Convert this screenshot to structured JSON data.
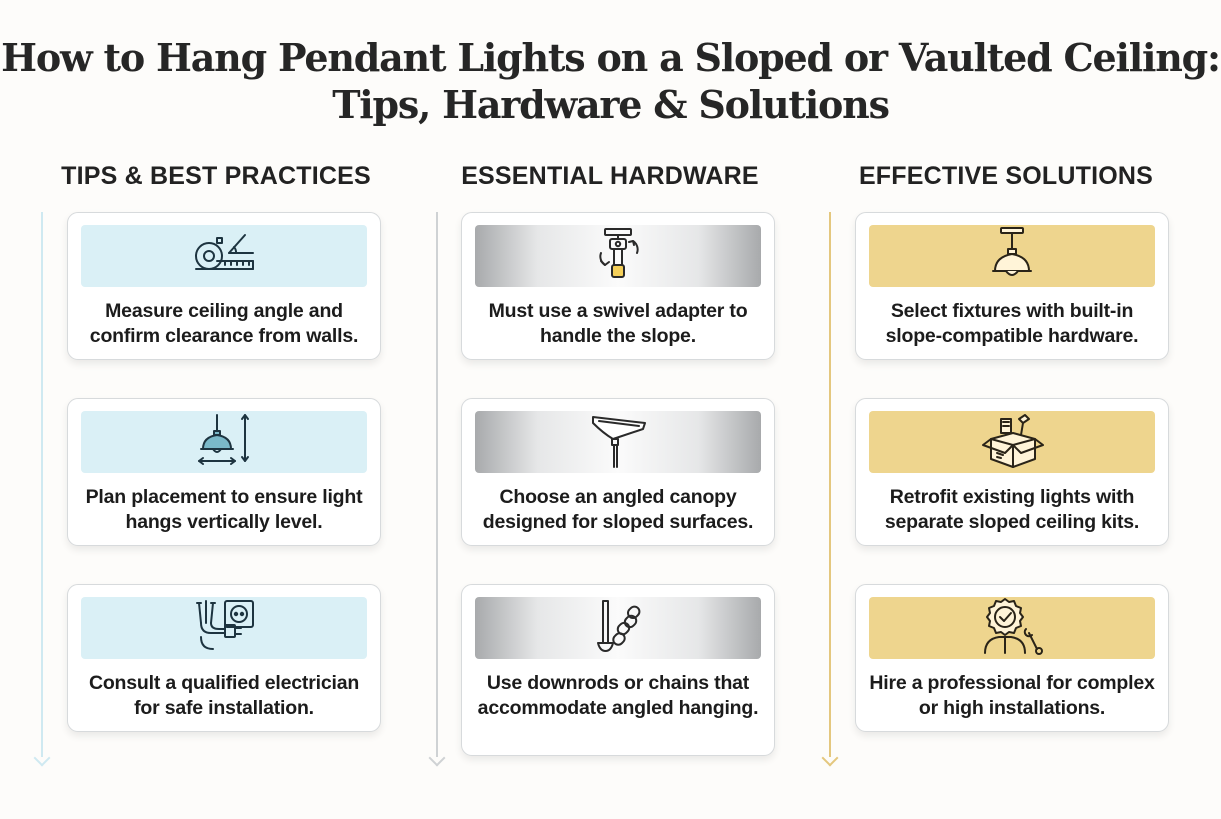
{
  "title": {
    "line1": "How to Hang Pendant Lights on a Sloped or Vaulted Ceiling:",
    "line2": "Tips, Hardware & Solutions"
  },
  "columns": [
    {
      "heading": "TIPS & BEST PRACTICES",
      "accent": "#cfe9f1",
      "banner_color": "#daf0f6",
      "cards": [
        {
          "icon": "tape-measure-angle-icon",
          "text": "Measure ceiling angle and confirm clearance from walls."
        },
        {
          "icon": "pendant-lamp-level-icon",
          "text": "Plan placement to ensure light hangs vertically level."
        },
        {
          "icon": "wiring-outlet-icon",
          "text": "Consult a qualified electrician for safe installation."
        }
      ]
    },
    {
      "heading": "ESSENTIAL HARDWARE",
      "accent": "#cfd2d4",
      "banner_color": "#d9dadb",
      "cards": [
        {
          "icon": "swivel-adapter-icon",
          "text": "Must use a swivel adapter to handle the slope."
        },
        {
          "icon": "angled-canopy-icon",
          "text": "Choose an angled canopy designed for sloped surfaces."
        },
        {
          "icon": "downrod-chain-icon",
          "text": "Use downrods or chains that accommodate angled hanging."
        }
      ]
    },
    {
      "heading": "EFFECTIVE SOLUTIONS",
      "accent": "#e4c77e",
      "banner_color": "#eed58e",
      "cards": [
        {
          "icon": "pendant-fixture-icon",
          "text": "Select fixtures with built-in slope-compatible hardware."
        },
        {
          "icon": "retrofit-kit-box-icon",
          "text": "Retrofit existing lights with separate sloped ceiling kits."
        },
        {
          "icon": "professional-badge-icon",
          "text": "Hire a professional for complex or high installations."
        }
      ]
    }
  ]
}
